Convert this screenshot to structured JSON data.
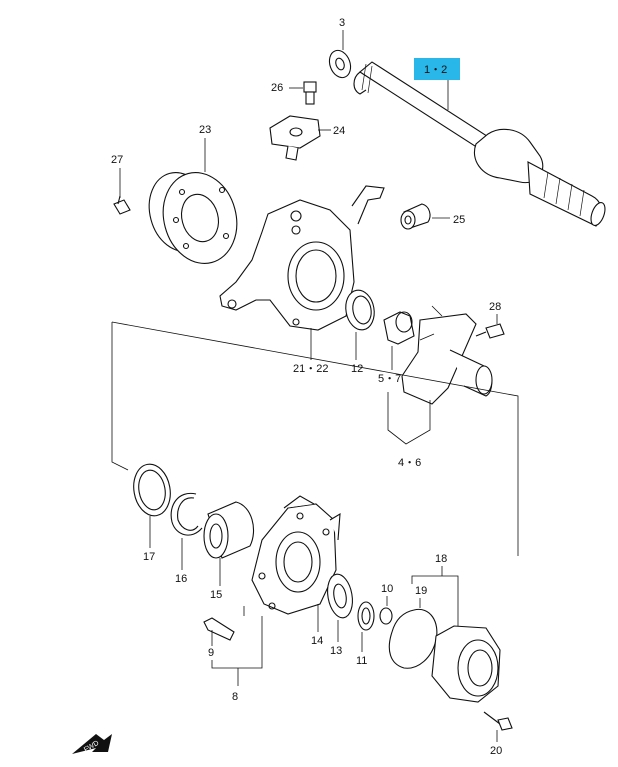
{
  "highlight_color": "#29b6e8",
  "labels": {
    "p1_2": "1・2",
    "p3": "3",
    "p4_6": "4・6",
    "p5_7": "5・7",
    "p8": "8",
    "p9": "9",
    "p10": "10",
    "p11": "11",
    "p12": "12",
    "p13": "13",
    "p14": "14",
    "p15": "15",
    "p16": "16",
    "p17": "17",
    "p18": "18",
    "p19": "19",
    "p20": "20",
    "p21_22": "21・22",
    "p23": "23",
    "p24": "24",
    "p25": "25",
    "p26": "26",
    "p27": "27",
    "p28": "28"
  },
  "fwd_label": "FWD"
}
